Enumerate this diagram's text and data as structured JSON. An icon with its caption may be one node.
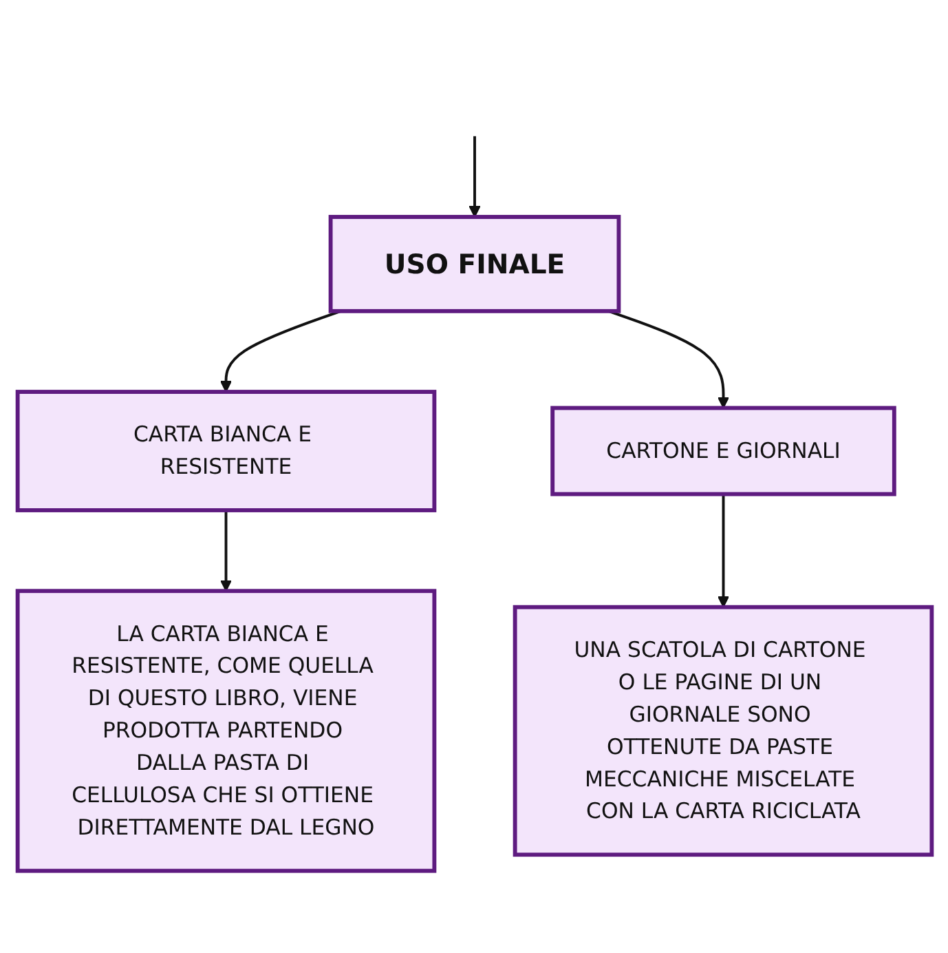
{
  "diagram": {
    "nodes": [
      {
        "text": [
          "USO FINALE"
        ]
      },
      {
        "text": [
          "CARTA BIANCA E RESISTENTE"
        ]
      },
      {
        "text": [
          "CARTONE E GIORNALI"
        ]
      },
      {
        "text": [
          "LA CARTA BIANCA E RESISTENTE, COME QUELLA DI QUESTO LIBRO, VIENE PRODOTTA PARTENDO DALLA PASTA DI CELLULOSA CHE SI OTTIENE DIRETTAMENTE DAL LEGNO"
        ]
      },
      {
        "text": [
          "UNA SCATOLA DI CARTONE O LE PAGINE DI UN GIORNALE SONO OTTENUTE DA PASTE MECCANICHE MISCELATE CON LA CARTA RICICLATA"
        ]
      }
    ],
    "edges": [
      {
        "from": null,
        "to": 0,
        "arrow": "to"
      },
      {
        "from": 0,
        "to": 1,
        "arrow": "to"
      },
      {
        "from": 0,
        "to": 2,
        "arrow": "to"
      },
      {
        "from": 1,
        "to": 3,
        "arrow": "to"
      },
      {
        "from": 2,
        "to": 4,
        "arrow": "to"
      }
    ]
  }
}
